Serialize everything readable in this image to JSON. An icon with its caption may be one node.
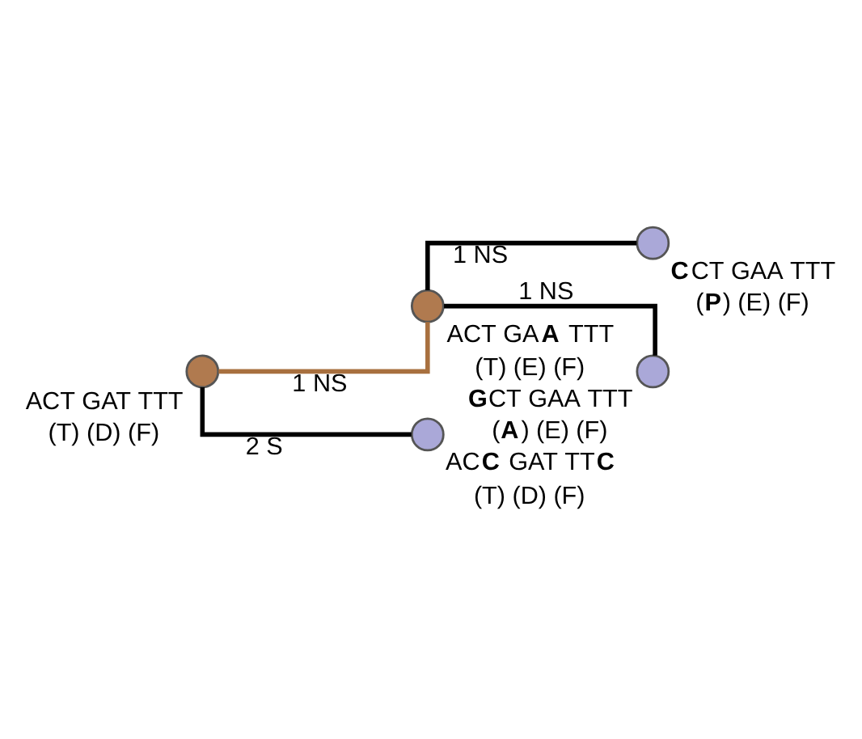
{
  "diagram": {
    "nodes": [
      {
        "text": [],
        "shape": "circle",
        "beside": [
          "ACT GAT TTT",
          "(T) (D) (F)"
        ]
      },
      {
        "text": [],
        "shape": "circle",
        "beside": [
          "ACT GA**A** TTT",
          "(T) (E) (F)"
        ]
      },
      {
        "text": [],
        "shape": "circle",
        "beside": [
          "**C**CT GAA TTT",
          "(**P**) (E) (F)"
        ]
      },
      {
        "text": [],
        "shape": "circle",
        "beside": [
          "**G**CT GAA TTT",
          "(**A**) (E) (F)"
        ]
      },
      {
        "text": [],
        "shape": "circle",
        "beside": [
          "AC**C** GAT TT**C**",
          "(T) (D) (F)"
        ]
      }
    ],
    "edges": [
      {
        "from": 0,
        "to": 1,
        "arrow": "none",
        "label": "1 NS",
        "color": "#a8703f"
      },
      {
        "from": 1,
        "to": 2,
        "arrow": "none",
        "label": "1 NS"
      },
      {
        "from": 1,
        "to": 3,
        "arrow": "none",
        "label": "1 NS"
      },
      {
        "from": 0,
        "to": 4,
        "arrow": "none",
        "label": "2 S"
      }
    ]
  }
}
